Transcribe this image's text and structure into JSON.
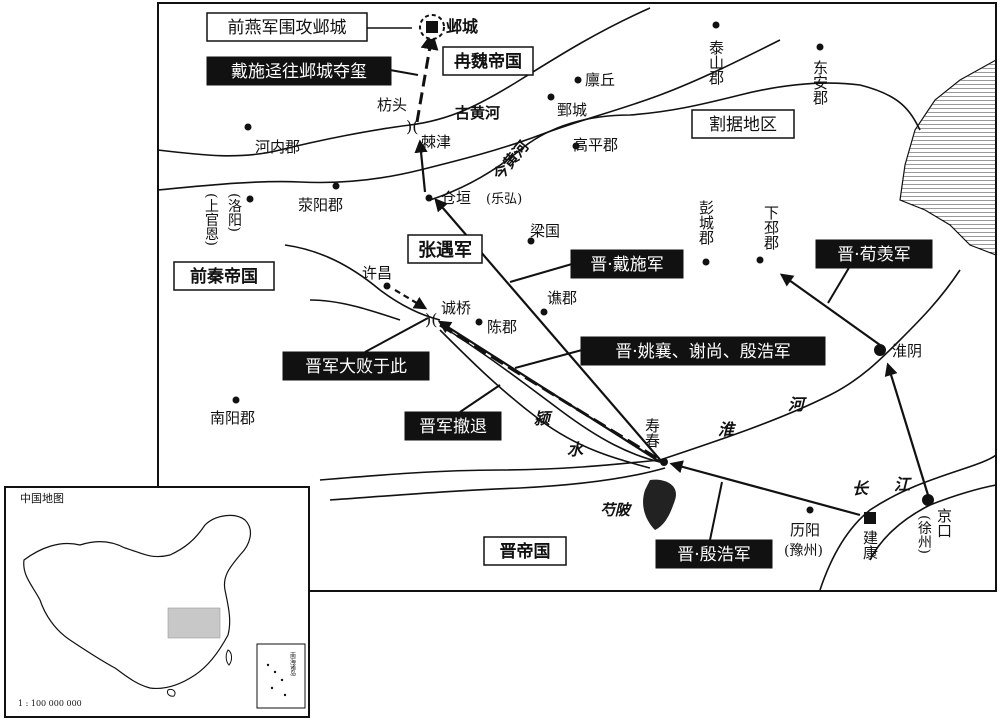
{
  "title_labels": {
    "qianyan_attack": "前燕军围攻邺城",
    "ye_city": "邺城",
    "ran_wei": "冉魏帝国",
    "dai_shi_go": "戴施迳往邺城夺玺",
    "fangtou": "枋头",
    "old_yellow_river": "古黄河",
    "jijin": "棘津",
    "juanqiu": "廪丘",
    "juancheng": "鄄城",
    "gaoping": "高平郡",
    "taishan": "泰山郡",
    "dongan": "东安郡",
    "separatist": "割据地区",
    "henei": "河内郡",
    "jin_yellow_river": "今黄河",
    "canghuan": "仓垣",
    "lehong": "(乐弘)",
    "luoyang": "(洛阳)",
    "shangguan_en": "(上官恩)",
    "xingyang": "荥阳郡",
    "liangguo": "梁国",
    "pengcheng": "彭城郡",
    "xiapi": "下邳郡",
    "zhang_yu": "张遇军",
    "qian_qin": "前秦帝国",
    "jin_dai_shi": "晋·戴施军",
    "jin_xun_xian": "晋·荀羡军",
    "xuchang": "许昌",
    "chengqiao": "诚桥",
    "chenjun": "陈郡",
    "qiaojun": "谯郡",
    "jin_yao": "晋·姚襄、谢尚、殷浩军",
    "huaiyin": "淮阴",
    "jin_defeat": "晋军大败于此",
    "nanyang": "南阳郡",
    "ying_water_1": "颍",
    "ying_water_2": "水",
    "jin_retreat": "晋军撤退",
    "shouchun": "寿春",
    "huai_river_1": "淮",
    "huai_river_2": "河",
    "yangtze_1": "长",
    "yangtze_2": "江",
    "jingkou": "京口",
    "xuzhou": "(徐州)",
    "jiankang": "建康",
    "liyang": "历阳",
    "yuzhou": "(豫州)",
    "jin_yin_hao": "晋·殷浩军",
    "quepi": "芍陂",
    "jin_empire": "晋帝国"
  },
  "inset": {
    "title": "中国地图",
    "scale": "1 : 100 000 000",
    "south_sea_label": "南海诸岛"
  },
  "colors": {
    "ink": "#111111",
    "paper": "#ffffff",
    "highlight": "#c8c8c8"
  }
}
